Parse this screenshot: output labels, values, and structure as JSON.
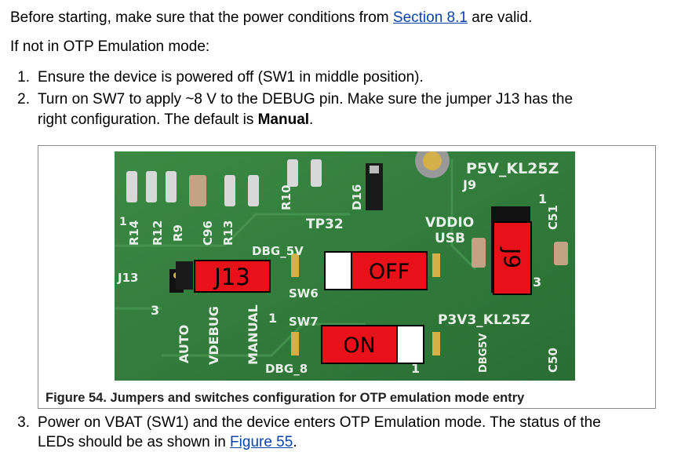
{
  "intro": {
    "before": "Before starting, make sure that the power conditions from ",
    "link": "Section 8.1",
    "after": " are valid."
  },
  "condition": "If not in OTP Emulation mode:",
  "steps": [
    {
      "num": "1.",
      "text": "Ensure the device is powered off (SW1 in middle position)."
    },
    {
      "num": "2.",
      "line1": "Turn on SW7 to apply ~8 V to the DEBUG pin. Make sure the jumper J13 has the",
      "line2_before": "right configuration. The default is ",
      "line2_bold": "Manual",
      "line2_after": "."
    },
    {
      "num": "3.",
      "line1": "Power on VBAT (SW1) and the device enters OTP Emulation mode. The status of the",
      "line2_before": "LEDs should be as shown in ",
      "line2_link": "Figure 55",
      "line2_after": "."
    }
  ],
  "figure": {
    "caption": "Figure 54.  Jumpers and switches configuration for OTP emulation mode entry",
    "labels": {
      "j13": "J13",
      "off": "OFF",
      "on": "ON",
      "j9": "J9",
      "p5v": "P5V_KL25Z",
      "j9_small": "J9",
      "vddio": "VDDIO",
      "usb": "USB",
      "tp32": "TP32",
      "dbg5v": "DBG_5V",
      "sw6": "SW6",
      "sw7": "SW7",
      "dbg8": "DBG_8",
      "p3v3": "P3V3_KL25Z",
      "auto": "AUTO",
      "vdebug": "VDEBUG",
      "manual": "MANUAL",
      "r14": "R14",
      "r12": "R12",
      "r9": "R9",
      "c96": "C96",
      "r13": "R13",
      "r10": "R10",
      "d16": "D16",
      "c51": "C51",
      "c50": "C50",
      "j13_small": "J13",
      "dbg5v_side": "DBG5V",
      "num3_left": "3",
      "num3_right": "3",
      "num1_left": "1",
      "num1_mid": "1",
      "num1_right": "1",
      "num1_bottom": "1"
    }
  },
  "colors": {
    "pcb": "#2e7d3a",
    "silk": "#e8efe9",
    "label_red": "#e8111a",
    "link": "#0645ad"
  }
}
